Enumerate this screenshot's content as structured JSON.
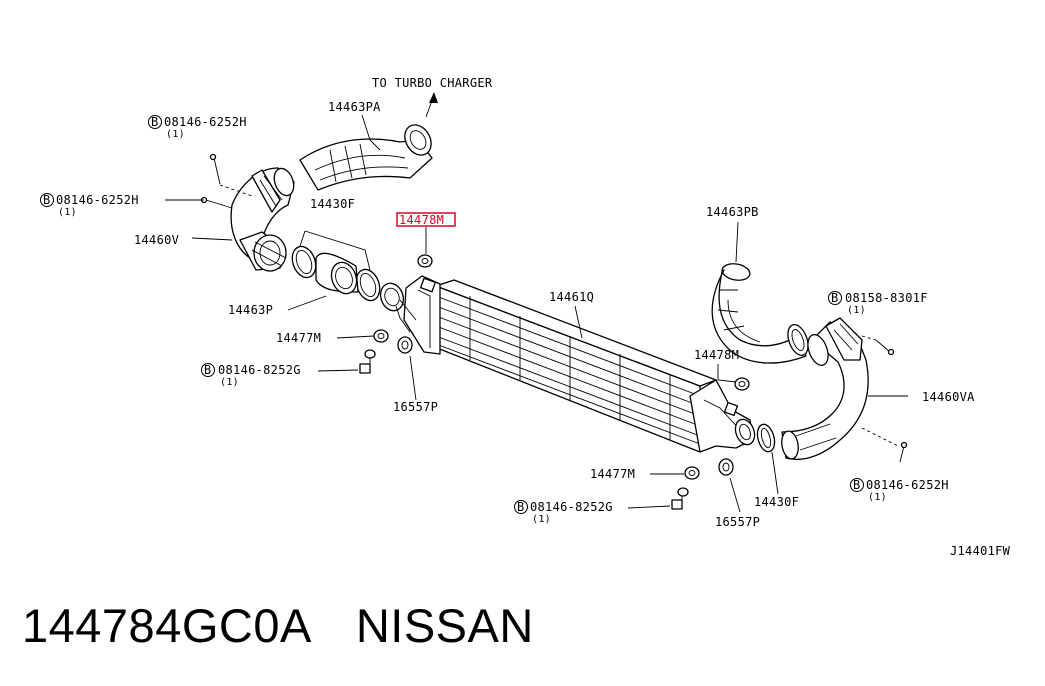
{
  "diagram": {
    "direction_label": "TO TURBO CHARGER",
    "drawing_code": "J14401FW",
    "parts": {
      "p14463PA": "14463PA",
      "p14463PB": "14463PB",
      "p14430F_a": "14430F",
      "p14430F_b": "14430F",
      "p14478M_hl": "14478M",
      "p14478M_b": "14478M",
      "p14460V": "14460V",
      "p14460VA": "14460VA",
      "p14463P": "14463P",
      "p14461Q": "14461Q",
      "p14477M_a": "14477M",
      "p14477M_b": "14477M",
      "p16557P_a": "16557P",
      "p16557P_b": "16557P"
    },
    "bolts": {
      "b1": {
        "code": "08146-6252H",
        "qty": "(1)"
      },
      "b2": {
        "code": "08146-6252H",
        "qty": "(1)"
      },
      "b3": {
        "code": "08146-8252G",
        "qty": "(1)"
      },
      "b4": {
        "code": "08158-8301F",
        "qty": "(1)"
      },
      "b5": {
        "code": "08146-6252H",
        "qty": "(1)"
      },
      "b6": {
        "code": "08146-8252G",
        "qty": "(1)"
      }
    },
    "bolt_prefix": "B",
    "highlight_color": "#e0002a"
  },
  "caption": {
    "part_number": "144784GC0A",
    "brand": "NISSAN"
  }
}
